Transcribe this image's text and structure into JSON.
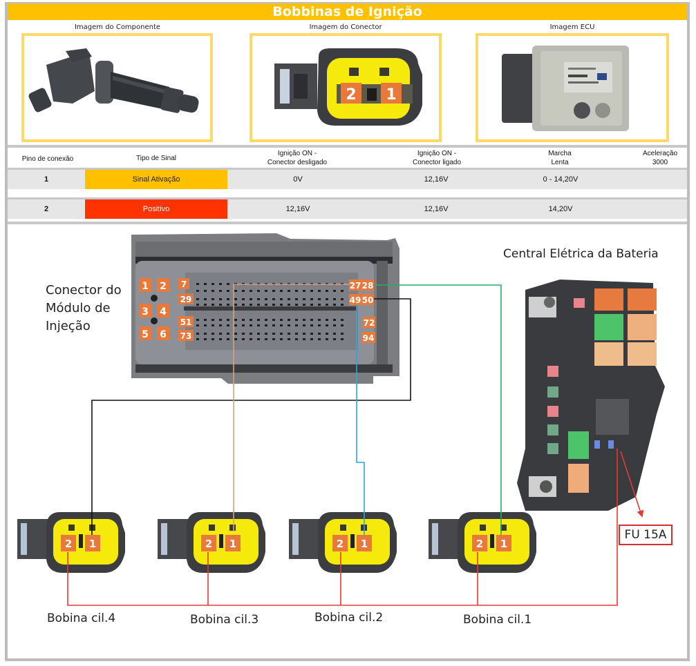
{
  "title": "Bobbinas de Ignição",
  "images": {
    "component_caption": "Imagem do Componente",
    "connector_caption": "Imagem do Conector",
    "ecu_caption": "Imagem ECU",
    "connector_pins": [
      "2",
      "1"
    ]
  },
  "table": {
    "headers": [
      {
        "line1": "Pino de conexão",
        "line2": ""
      },
      {
        "line1": "Tipo de Sinal",
        "line2": ""
      },
      {
        "line1": "Ignição ON -",
        "line2": "Conector desligado"
      },
      {
        "line1": "Ignição ON -",
        "line2": "Conector ligado"
      },
      {
        "line1": "Marcha",
        "line2": "Lenta"
      },
      {
        "line1": "Aceleração",
        "line2": "3000"
      }
    ],
    "rows": [
      {
        "pin": "1",
        "signal": "Sinal Ativação",
        "signal_color": "#ffc000",
        "signal_text_color": "#222222",
        "ign_off_conn": "0V",
        "ign_on_conn": "12,16V",
        "idle": "0 - 14,20V",
        "accel": ""
      },
      {
        "pin": "2",
        "signal": "Positivo",
        "signal_color": "#ff3300",
        "signal_text_color": "#ffffff",
        "ign_off_conn": "12,16V",
        "ign_on_conn": "12,16V",
        "idle": "14,20V",
        "accel": ""
      }
    ]
  },
  "diagram": {
    "ecu_connector_label": [
      "Conector do",
      "Módulo de",
      "Injeção"
    ],
    "fuse_box_label": "Central Elétrica da Bateria",
    "fuse_label": "FU 15A",
    "ecu_pin_labels_left": [
      "1",
      "2",
      "3",
      "4",
      "5",
      "6"
    ],
    "ecu_row_labels_left": [
      "7",
      "29",
      "51",
      "73"
    ],
    "ecu_row_labels_right": [
      "27",
      "28",
      "49",
      "50",
      "72",
      "94"
    ],
    "coils": [
      {
        "label": "Bobina cil.4",
        "ecu_pin": "50",
        "wire_color": "#111111"
      },
      {
        "label": "Bobina cil.3",
        "ecu_pin": "27",
        "wire_color": "#d9a27a"
      },
      {
        "label": "Bobina cil.2",
        "ecu_pin": "49",
        "wire_color": "#29a8d8"
      },
      {
        "label": "Bobina cil.1",
        "ecu_pin": "28",
        "wire_color": "#27ae60"
      }
    ],
    "coil_pins": [
      "2",
      "1"
    ],
    "positive_wire_color": "#e53935"
  },
  "colors": {
    "title_bg": "#ffc000",
    "image_border": "#ffd966",
    "pin_orange": "#e8793a",
    "row_bg": "#e6e6e6"
  }
}
